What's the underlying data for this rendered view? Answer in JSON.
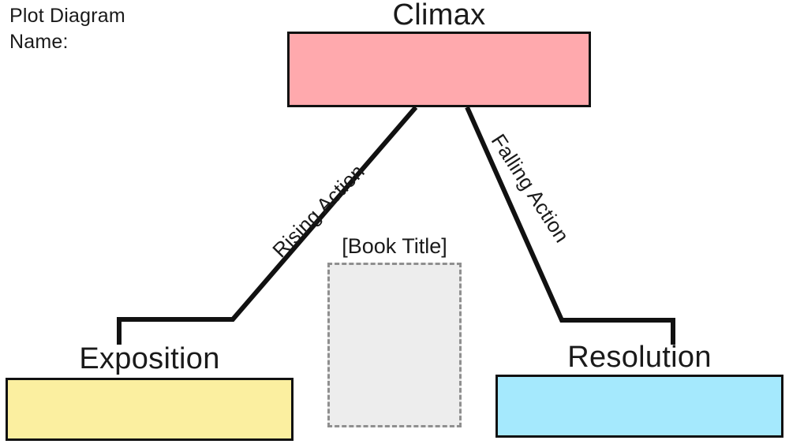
{
  "worksheet": {
    "title": "Plot Diagram",
    "name_field_label": "Name:",
    "name_field_value": ""
  },
  "diagram": {
    "type": "plot-diagram",
    "stages": [
      {
        "id": "exposition",
        "label": "Exposition",
        "fill_color": "#FBEFA0",
        "border_color": "#111111",
        "note": ""
      },
      {
        "id": "climax",
        "label": "Climax",
        "fill_color": "#FFA9AD",
        "border_color": "#111111",
        "note": ""
      },
      {
        "id": "resolution",
        "label": "Resolution",
        "fill_color": "#A5E9FD",
        "border_color": "#111111",
        "note": ""
      }
    ],
    "connectors": [
      {
        "id": "rising-action",
        "label": "Rising Action",
        "from": "exposition",
        "to": "climax"
      },
      {
        "id": "falling-action",
        "label": "Falling Action",
        "from": "climax",
        "to": "resolution"
      }
    ],
    "book_cover": {
      "label": "[Book Title]",
      "fill_color": "#EDEDED",
      "border_color": "#8F8F8F",
      "border_style": "dashed"
    }
  }
}
